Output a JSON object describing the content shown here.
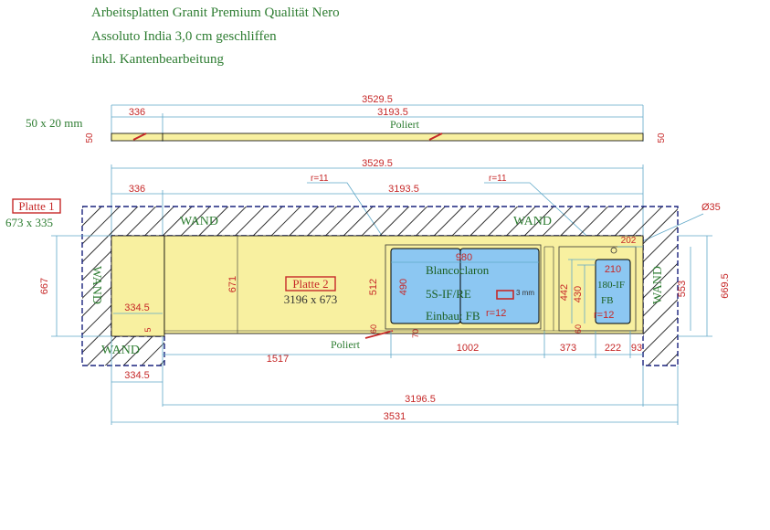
{
  "header": {
    "line1": "Arbeitsplatten Granit Premium Qualität Nero",
    "line2": "Assoluto India 3,0 cm geschliffen",
    "line3": "inkl. Kantenbearbeitung"
  },
  "edge_strip": {
    "label": "50 x 20 mm",
    "total": "3529.5",
    "left_len": "336",
    "right_len": "3193.5",
    "finish": "Poliert",
    "height_left": "50",
    "height_right": "50"
  },
  "plan": {
    "top_total": "3529.5",
    "top_left": "336",
    "top_right": "3193.5",
    "radius_left": "r=11",
    "radius_right": "r=11",
    "hole": "Ø35",
    "wall": "WAND",
    "height_left": "667",
    "height_right": "669.5",
    "plate1_name": "Platte 1",
    "plate1_size": "673 x 335",
    "plate2_name": "Platte 2",
    "plate2_size": "3196 x 673",
    "depth_671": "671",
    "sink_width": "980",
    "sink_outer_h": "512",
    "sink_inner_h": "490",
    "sink_gap_left": "60",
    "sink_gap_bottom": "70",
    "sink_brand": "Blancoclaron",
    "sink_model": "5S-IF/RE",
    "sink_mount": "Einbau: FB",
    "sink_r": "r=12",
    "sink_thickness": "3 mm",
    "small_width": "210",
    "small_dim_202": "202",
    "small_h1": "442",
    "small_h2": "430",
    "small_gap": "60",
    "small_model": "180-IF",
    "small_mount": "FB",
    "small_r": "r=12",
    "right_553": "553",
    "left_334": "334.5",
    "left_5": "5",
    "finish": "Poliert",
    "bot_1517": "1517",
    "bot_1002": "1002",
    "bot_373": "373",
    "bot_222": "222",
    "bot_93": "93",
    "bot_left": "334.5",
    "bot_total1": "3196.5",
    "bot_total2": "3531"
  }
}
